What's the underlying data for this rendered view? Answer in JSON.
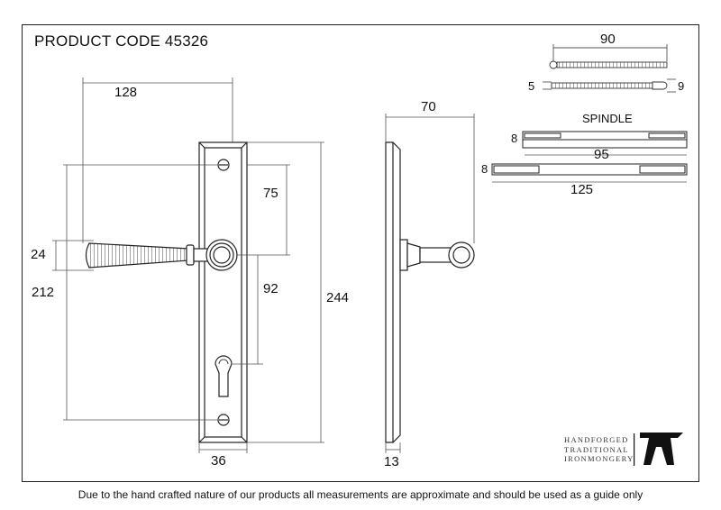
{
  "header": {
    "product_code": "PRODUCT CODE  45326"
  },
  "dimensions": {
    "backplate_spread": "128",
    "top_to_spindle": "75",
    "handle_height": "24",
    "overall_fixing": "212",
    "centres": "92",
    "plate_height": "244",
    "plate_width": "36",
    "projection": "70",
    "plate_depth": "13",
    "screw_length": "90",
    "screw_head": "5",
    "screw_tip": "9",
    "spindle_short_size": "8",
    "spindle_short_length": "95",
    "spindle_long_size": "8",
    "spindle_long_length": "125"
  },
  "spindle_label": "SPINDLE",
  "brand": {
    "line1": "HANDFORGED",
    "line2": "TRADITIONAL",
    "line3": "IRONMONGERY"
  },
  "footer": {
    "disclaimer": "Due to the hand crafted nature of our products all measurements are approximate and should be used as a guide only"
  }
}
